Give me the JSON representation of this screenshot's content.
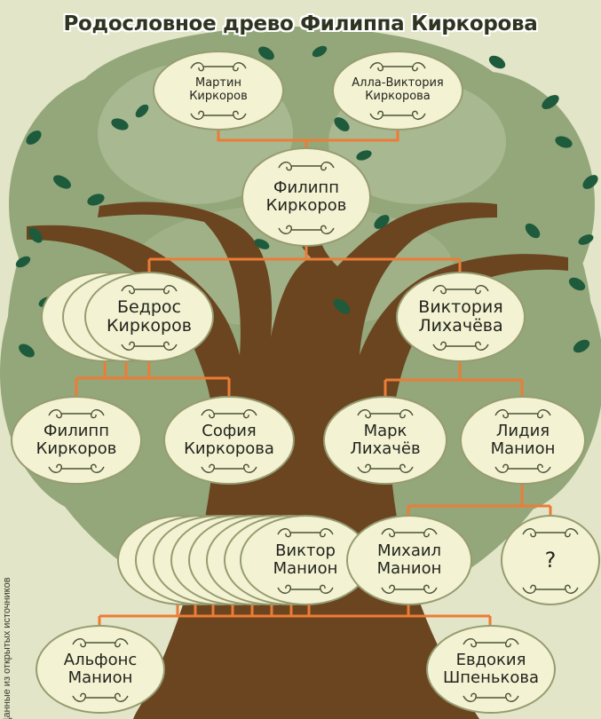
{
  "title": "Родословное древо Филиппа Киркорова",
  "source_note": "Данные из открытых источников",
  "colors": {
    "canopy": "#93a77a",
    "canopy_light": "#a8b890",
    "trunk": "#6b4420",
    "connector": "#ec7c36",
    "node_fill": "#f3f3d3",
    "node_border": "#969c70",
    "leaf": "#1e5a3c"
  },
  "ornament_icon": "swirl-ornament-icon",
  "people": {
    "martin": {
      "first": "Мартин",
      "last": "Киркоров"
    },
    "alla_viktoria": {
      "first": "Алла-Виктория",
      "last": "Киркорова"
    },
    "filipp": {
      "first": "Филипп",
      "last": "Киркоров"
    },
    "bedros": {
      "first": "Бедрос",
      "last": "Киркоров"
    },
    "viktoria": {
      "first": "Виктория",
      "last": "Лихачёва"
    },
    "filipp_grandfather": {
      "first": "Филипп",
      "last": "Киркоров"
    },
    "sofia": {
      "first": "София",
      "last": "Киркорова"
    },
    "mark": {
      "first": "Марк",
      "last": "Лихачёв"
    },
    "lidia": {
      "first": "Лидия",
      "last": "Манион"
    },
    "viktor": {
      "first": "Виктор",
      "last": "Манион"
    },
    "mikhail": {
      "first": "Михаил",
      "last": "Манион"
    },
    "unknown": {
      "label": "?"
    },
    "alfons": {
      "first": "Альфонс",
      "last": "Манион"
    },
    "evdokia": {
      "first": "Евдокия",
      "last": "Шпенькова"
    }
  }
}
